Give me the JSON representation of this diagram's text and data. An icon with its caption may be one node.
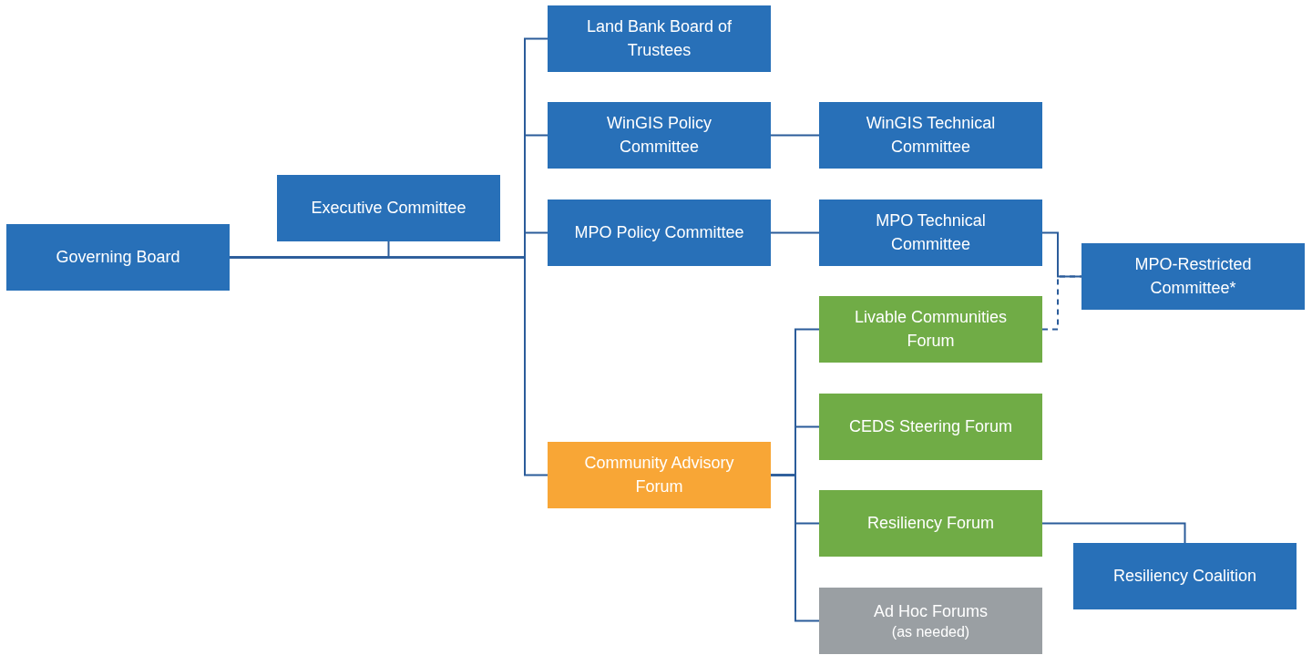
{
  "diagram": {
    "nodes": [
      {
        "text": [
          "Governing Board"
        ]
      },
      {
        "text": [
          "Executive Committee"
        ]
      },
      {
        "text": [
          "Land Bank Board of Trustees"
        ]
      },
      {
        "text": [
          "WinGIS Policy Committee"
        ]
      },
      {
        "text": [
          "WinGIS Technical Committee"
        ]
      },
      {
        "text": [
          "MPO Policy Committee"
        ]
      },
      {
        "text": [
          "MPO Technical Committee"
        ]
      },
      {
        "text": [
          "MPO-Restricted Committee*"
        ]
      },
      {
        "text": [
          "Livable Communities Forum"
        ]
      },
      {
        "text": [
          "CEDS Steering Forum"
        ]
      },
      {
        "text": [
          "Community Advisory Forum"
        ]
      },
      {
        "text": [
          "Resiliency Forum"
        ]
      },
      {
        "text": [
          "Resiliency Coalition"
        ]
      },
      {
        "text": [
          "Ad Hoc Forums",
          "(as needed)"
        ]
      }
    ],
    "edges": [
      {
        "from": 0,
        "to": 1,
        "arrow": "none"
      },
      {
        "from": 0,
        "to": 2,
        "arrow": "none"
      },
      {
        "from": 0,
        "to": 3,
        "arrow": "none"
      },
      {
        "from": 0,
        "to": 5,
        "arrow": "none"
      },
      {
        "from": 0,
        "to": 10,
        "arrow": "none"
      },
      {
        "from": 3,
        "to": 4,
        "arrow": "none"
      },
      {
        "from": 5,
        "to": 6,
        "arrow": "none"
      },
      {
        "from": 6,
        "to": 7,
        "arrow": "none"
      },
      {
        "from": 8,
        "to": 7,
        "arrow": "none",
        "style": "dashed"
      },
      {
        "from": 10,
        "to": 8,
        "arrow": "none"
      },
      {
        "from": 10,
        "to": 9,
        "arrow": "none"
      },
      {
        "from": 10,
        "to": 11,
        "arrow": "none"
      },
      {
        "from": 10,
        "to": 13,
        "arrow": "none"
      },
      {
        "from": 11,
        "to": 12,
        "arrow": "none"
      }
    ]
  }
}
